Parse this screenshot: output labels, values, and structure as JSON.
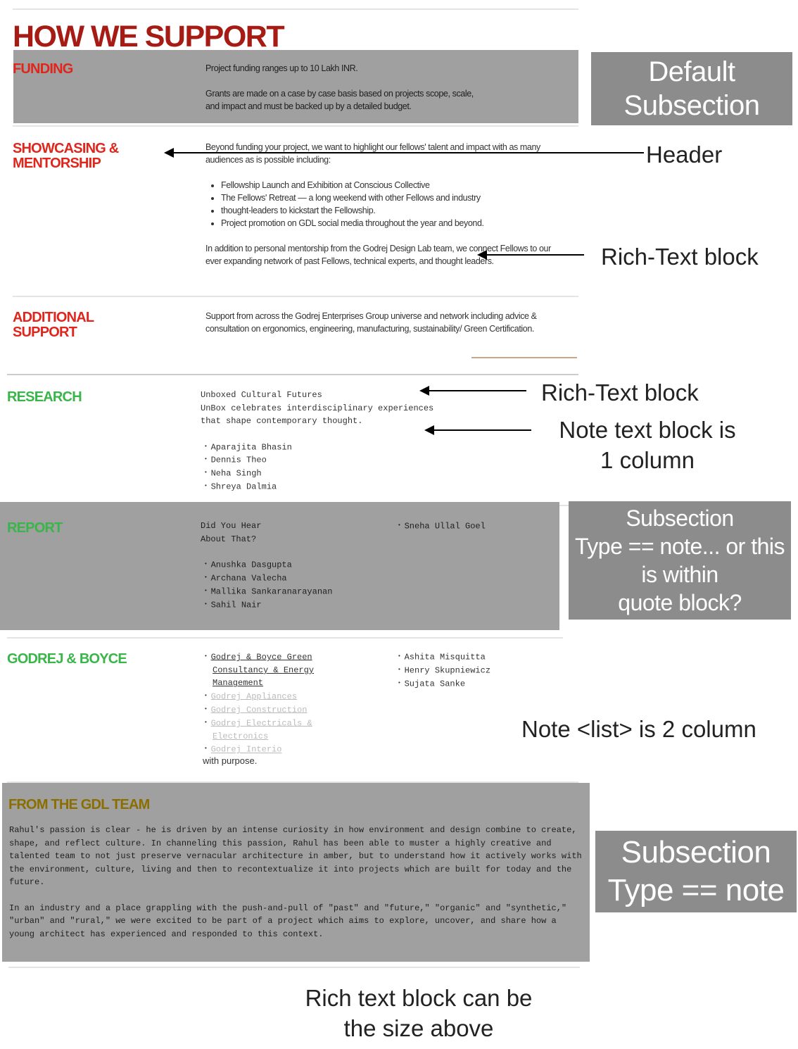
{
  "title": "HOW WE SUPPORT",
  "funding": {
    "label": "FUNDING",
    "lines": [
      "Project funding ranges up to 10 Lakh INR.",
      "Grants are made on a case by case basis based on projects scope, scale,",
      "and impact and must be backed up by a detailed budget."
    ]
  },
  "showcasing": {
    "label": "SHOWCASING & MENTORSHIP",
    "intro": "Beyond funding your project, we want to highlight our fellows' talent and impact with as many audiences as is possible including:",
    "items": [
      "Fellowship Launch and Exhibition at Conscious Collective",
      "The Fellows' Retreat — a long weekend with other Fellows and industry",
      "thought-leaders to kickstart the Fellowship.",
      "Project promotion on GDL social media throughout the year and beyond."
    ],
    "outro": "In addition to personal mentorship from the Godrej Design Lab team, we connect Fellows to our ever expanding network of past Fellows, technical experts, and thought leaders."
  },
  "additional": {
    "label": "ADDITIONAL SUPPORT",
    "text": "Support from across the Godrej Enterprises Group universe and network including advice & consultation on ergonomics, engineering, manufacturing, sustainability/ Green Certification."
  },
  "research": {
    "label": "RESEARCH",
    "lines": [
      "Unboxed Cultural Futures",
      "UnBox celebrates interdisciplinary experiences",
      "that shape contemporary thought."
    ],
    "people": [
      "Aparajita Bhasin",
      "Dennis Theo",
      "Neha Singh",
      "Shreya Dalmia"
    ]
  },
  "report": {
    "label": "REPORT",
    "lines": [
      "Did You Hear",
      "About That?"
    ],
    "people": [
      "Anushka Dasgupta",
      "Archana Valecha",
      "Mallika Sankaranarayanan",
      "Sahil Nair"
    ],
    "people2": [
      "Sneha Ullal Goel"
    ]
  },
  "godrej": {
    "label": "GODREJ & BOYCE",
    "links": [
      "Godrej & Boyce Green Consultancy & Energy Management",
      "Godrej Appliances",
      "Godrej Construction",
      "Godrej Electricals & Electronics",
      "Godrej Interio"
    ],
    "people": [
      "Ashita Misquitta",
      "Henry Skupniewicz",
      "Sujata Sanke"
    ],
    "trailing": "with purpose."
  },
  "gdl": {
    "label": "FROM THE GDL TEAM",
    "p1": "Rahul's passion is clear - he is driven by an intense curiosity in how environment and design combine to create, shape, and reflect culture. In channeling this passion, Rahul has been able to muster a highly creative and talented team to not just preserve vernacular architecture in amber, but to understand how it actively works with the environment, culture, living and then to recontextualize it into projects which are built for today and the future.",
    "p2": "In an industry and a place grappling with the push-and-pull of \"past\" and \"future,\" \"organic\" and \"synthetic,\" \"urban\" and \"rural,\" we were excited to be part of a project which aims to explore, uncover, and share how a young architect has experienced and responded to this context."
  },
  "annotations": {
    "default_subsection": "Default Subsection",
    "header": "Header",
    "rich_text_1": "Rich-Text block",
    "rich_text_2": "Rich-Text block",
    "note_one_col": [
      "Note text block is",
      "1 column"
    ],
    "subsection_note_q": [
      "Subsection",
      "Type == note... or this is within",
      "quote block?"
    ],
    "note_list": "Note <list> is 2 column",
    "subsection_note": [
      "Subsection",
      "Type == note"
    ],
    "rich_size": [
      "Rich text block can be",
      "the size above"
    ]
  },
  "colors": {
    "red": "#e0261c",
    "green": "#39b54a",
    "olive": "#b8a020",
    "overlay": "#808080"
  }
}
